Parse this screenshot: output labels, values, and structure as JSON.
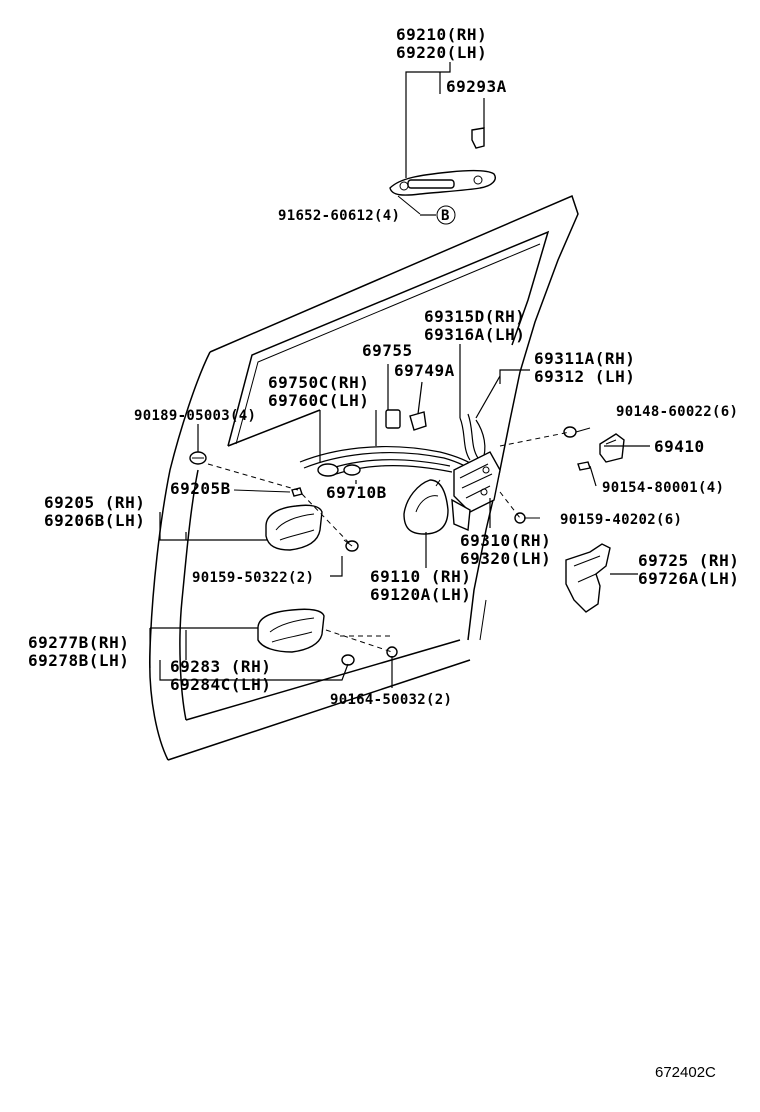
{
  "labels": {
    "p69210": "69210(RH)",
    "p69220": "69220(LH)",
    "p69293A": "69293A",
    "p91652": "91652-60612(4)",
    "circleB": "B",
    "p69315D": "69315D(RH)",
    "p69316A": "69316A(LH)",
    "p69755": "69755",
    "p69311A": "69311A(RH)",
    "p69312": "69312  (LH)",
    "p69749A": "69749A",
    "p69750C": "69750C(RH)",
    "p69760C": "69760C(LH)",
    "p90189": "90189-05003(4)",
    "p90148": "90148-60022(6)",
    "p69410": "69410",
    "p69205": "69205  (RH)",
    "p69206B": "69206B(LH)",
    "p69205B": "69205B",
    "p69710B": "69710B",
    "p90154": "90154-80001(4)",
    "p90159_402": "90159-40202(6)",
    "p69310": "69310(RH)",
    "p69320": "69320(LH)",
    "p90159_503": "90159-50322(2)",
    "p69110": "69110  (RH)",
    "p69120A": "69120A(LH)",
    "p69725": "69725  (RH)",
    "p69726A": "69726A(LH)",
    "p69277B": "69277B(RH)",
    "p69278B": "69278B(LH)",
    "p69283": "69283  (RH)",
    "p69284C": "69284C(LH)",
    "p90164": "90164-50032(2)"
  },
  "figure_code": "672402C"
}
